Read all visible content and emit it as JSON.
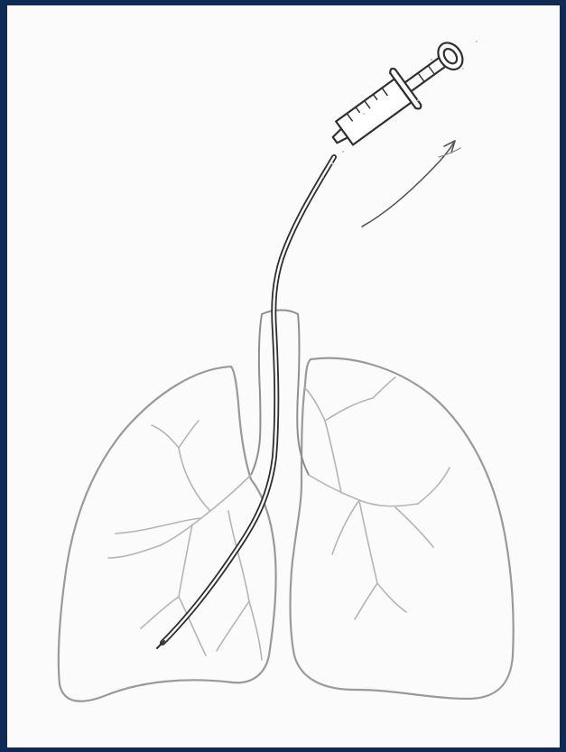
{
  "figure": {
    "frame_color": "#0f2a55",
    "paper_color": "#fbfbfb",
    "ink_color": "#3a3a3a",
    "lung_outline_color": "#9a9a9a",
    "bronchi_color": "#b5b5b5",
    "parts": [
      "syringe-icon",
      "catheter-tube",
      "trachea",
      "left-lung",
      "right-lung",
      "bronchial-tree",
      "direction-arrow-icon"
    ]
  }
}
